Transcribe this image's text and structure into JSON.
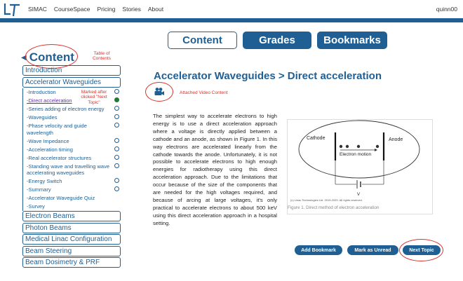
{
  "nav": {
    "links": [
      "SIMAC",
      "CourseSpace",
      "Pricing",
      "Stories",
      "About"
    ],
    "user": "quinn00"
  },
  "tabs": [
    "Content",
    "Grades",
    "Bookmarks"
  ],
  "sidebar": {
    "header": "Content",
    "toc_annotation": "Table of Contents",
    "marked_annotation": "Marked after clicked \"Next Topic\"",
    "sections_before": [
      "Introduction",
      "Accelerator Waveguides"
    ],
    "subtopics": [
      {
        "label": "-Introduction",
        "active": false,
        "marker": "empty"
      },
      {
        "label": "-Direct acceleration",
        "active": true,
        "marker": "filled"
      },
      {
        "label": "-Series adding of electron energy",
        "active": false,
        "marker": "empty"
      },
      {
        "label": "-Waveguides",
        "active": false,
        "marker": "empty"
      },
      {
        "label": "-Phase velocity and guide wavelength",
        "active": false,
        "marker": "empty"
      },
      {
        "label": "-Wave Impedance",
        "active": false,
        "marker": "empty"
      },
      {
        "label": "-Acceleration timing",
        "active": false,
        "marker": "empty"
      },
      {
        "label": "-Real accelerator structures",
        "active": false,
        "marker": "empty"
      },
      {
        "label": "-Standing wave and travelling wave accelerating waveguides",
        "active": false,
        "marker": "empty"
      },
      {
        "label": "-Energy Switch",
        "active": false,
        "marker": "empty"
      },
      {
        "label": "-Summary",
        "active": false,
        "marker": "empty"
      },
      {
        "label": "-Accelerator Waveguide Quiz",
        "active": false,
        "marker": "none"
      },
      {
        "label": "-Survey",
        "active": false,
        "marker": "none"
      }
    ],
    "sections_after": [
      "Electron Beams",
      "Photon Beams",
      "Medical Linac Configuration",
      "Beam Steering",
      "Beam Dosimetry & PRF"
    ]
  },
  "main": {
    "title": "Accelerator Waveguides > Direct acceleration",
    "video_annotation": "Attached Video Content",
    "body": "The simplest way to accelerate electrons to high energy is to use a direct acceleration approach where a voltage is directly applied between a cathode and an anode, as shown in Figure 1. In this way electrons are accelerated linearly from the cathode towards the anode. Unfortunately, it is not possible to accelerate electrons to high enough energies for radiotherapy using this direct acceleration approach. Due to the limitations that occur because of the size of the components that are needed for the high voltages required, and because of arcing at large voltages, it's only practical to accelerate electrons to about 500 keV using this direct acceleration approach in a hospital setting.",
    "figure": {
      "cathode": "Cathode",
      "anode": "Anode",
      "electron_motion": "Electron motion",
      "voltage": "V",
      "copyright": "(c) Linac Technologies Ltd. 2019-2020. All rights reserved.",
      "caption": "Figure 1. Direct method of electron acceleration"
    }
  },
  "buttons": {
    "bookmark": "Add Bookmark",
    "unread": "Mark as Unread",
    "next": "Next Topic"
  },
  "colors": {
    "primary": "#1f5f93",
    "annotation": "#d9322c",
    "complete": "#1f7a3a"
  }
}
